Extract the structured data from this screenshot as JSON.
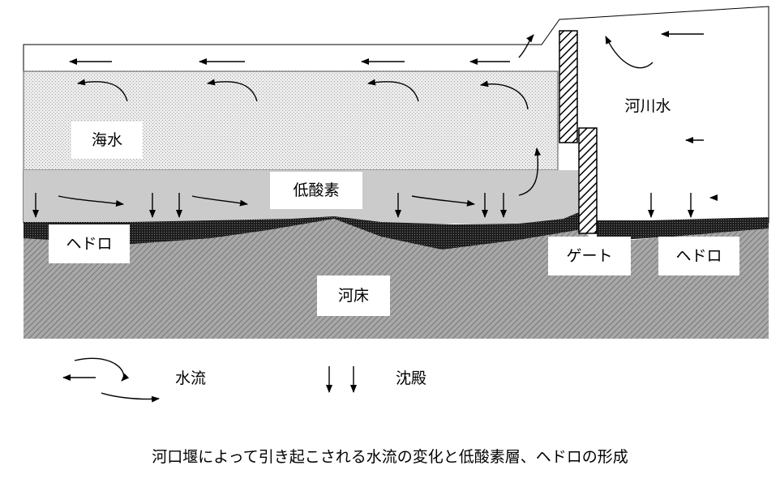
{
  "labels": {
    "sea_water": "海水",
    "river_water": "河川水",
    "low_oxygen": "低酸素",
    "sludge_left": "ヘドロ",
    "sludge_right": "ヘドロ",
    "gate": "ゲート",
    "riverbed": "河床"
  },
  "legend": {
    "water_flow": "水流",
    "sedimentation": "沈殿"
  },
  "caption": "河口堰によって引き起こされる水流の変化と低酸素層、ヘドロの形成",
  "colors": {
    "surface_layer": "#ffffff",
    "sea_water": "#e6e6e6",
    "low_oxygen": "#c8c8c8",
    "sludge": "#2a2a2a",
    "riverbed": "#9a9a9a"
  }
}
